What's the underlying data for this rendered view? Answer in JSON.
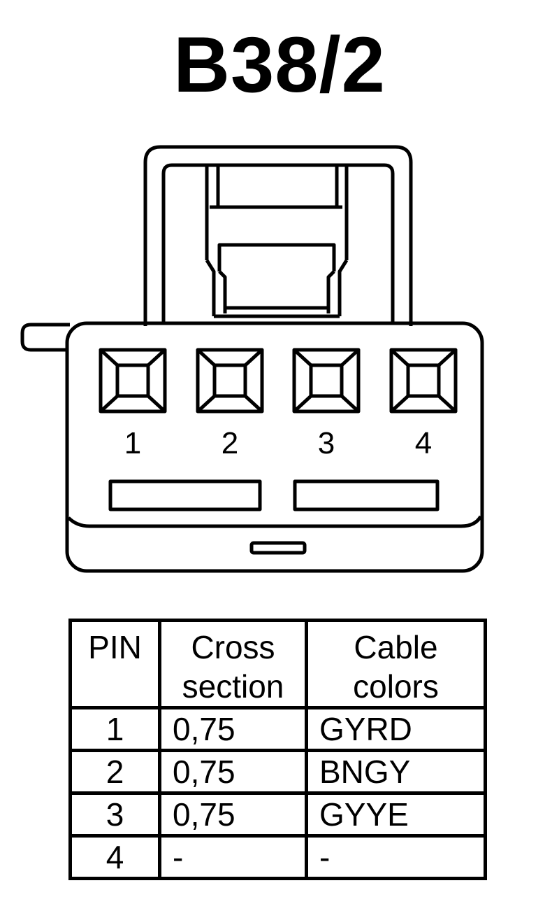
{
  "title": "B38/2",
  "pins": [
    {
      "label": "1"
    },
    {
      "label": "2"
    },
    {
      "label": "3"
    },
    {
      "label": "4"
    }
  ],
  "table": {
    "headers": {
      "pin": "PIN",
      "cross_section_1": "Cross",
      "cross_section_2": "section",
      "cable_colors_1": "Cable",
      "cable_colors_2": "colors"
    },
    "rows": [
      {
        "pin": "1",
        "cross_section": "0,75",
        "cable_colors": "GYRD"
      },
      {
        "pin": "2",
        "cross_section": "0,75",
        "cable_colors": "BNGY"
      },
      {
        "pin": "3",
        "cross_section": "0,75",
        "cable_colors": "GYYE"
      },
      {
        "pin": "4",
        "cross_section": "-",
        "cable_colors": "-"
      }
    ]
  },
  "colors": {
    "stroke": "#000000",
    "background": "#ffffff"
  }
}
